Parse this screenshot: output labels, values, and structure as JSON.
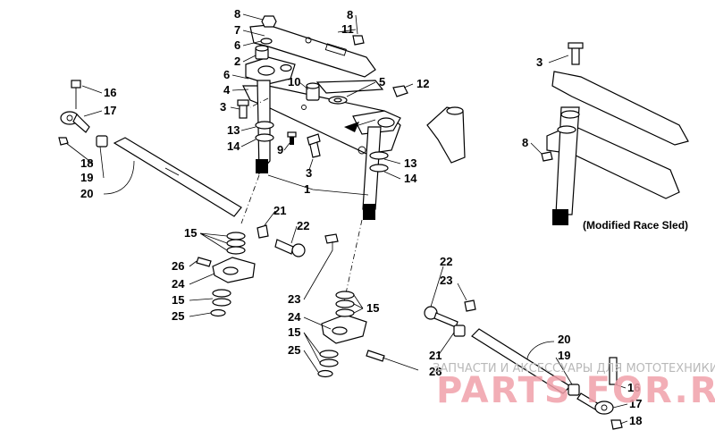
{
  "callouts": [
    {
      "id": "c8a",
      "text": "8"
    },
    {
      "id": "c7",
      "text": "7"
    },
    {
      "id": "c6a",
      "text": "6"
    },
    {
      "id": "c2",
      "text": "2"
    },
    {
      "id": "c6b",
      "text": "6"
    },
    {
      "id": "c4",
      "text": "4"
    },
    {
      "id": "c3a",
      "text": "3"
    },
    {
      "id": "c13a",
      "text": "13"
    },
    {
      "id": "c14a",
      "text": "14"
    },
    {
      "id": "c9",
      "text": "9"
    },
    {
      "id": "c10",
      "text": "10"
    },
    {
      "id": "c5",
      "text": "5"
    },
    {
      "id": "c8b",
      "text": "8"
    },
    {
      "id": "c11",
      "text": "11"
    },
    {
      "id": "c12",
      "text": "12"
    },
    {
      "id": "c3b",
      "text": "3"
    },
    {
      "id": "c13b",
      "text": "13"
    },
    {
      "id": "c14b",
      "text": "14"
    },
    {
      "id": "c1",
      "text": "1"
    },
    {
      "id": "c16a",
      "text": "16"
    },
    {
      "id": "c17a",
      "text": "17"
    },
    {
      "id": "c18a",
      "text": "18"
    },
    {
      "id": "c19a",
      "text": "19"
    },
    {
      "id": "c20a",
      "text": "20"
    },
    {
      "id": "c21a",
      "text": "21"
    },
    {
      "id": "c22a",
      "text": "22"
    },
    {
      "id": "c15a",
      "text": "15"
    },
    {
      "id": "c26a",
      "text": "26"
    },
    {
      "id": "c24a",
      "text": "24"
    },
    {
      "id": "c15b",
      "text": "15"
    },
    {
      "id": "c25a",
      "text": "25"
    },
    {
      "id": "c23a",
      "text": "23"
    },
    {
      "id": "c15c",
      "text": "15"
    },
    {
      "id": "c24b",
      "text": "24"
    },
    {
      "id": "c15d",
      "text": "15"
    },
    {
      "id": "c25b",
      "text": "25"
    },
    {
      "id": "c22b",
      "text": "22"
    },
    {
      "id": "c23b",
      "text": "23"
    },
    {
      "id": "c21b",
      "text": "21"
    },
    {
      "id": "c26b",
      "text": "26"
    },
    {
      "id": "c20b",
      "text": "20"
    },
    {
      "id": "c19b",
      "text": "19"
    },
    {
      "id": "c16b",
      "text": "16"
    },
    {
      "id": "c17b",
      "text": "17"
    },
    {
      "id": "c18b",
      "text": "18"
    },
    {
      "id": "c3c",
      "text": "3"
    },
    {
      "id": "c8c",
      "text": "8"
    }
  ],
  "inset_caption": "(Modified Race Sled)",
  "watermark": {
    "line": "ЗАПЧАСТИ И АКСЕССУАРЫ ДЛЯ МОТОТЕХНИКИ",
    "logo": "PARTS FOR.RU",
    "color": "#f0a0aa"
  }
}
